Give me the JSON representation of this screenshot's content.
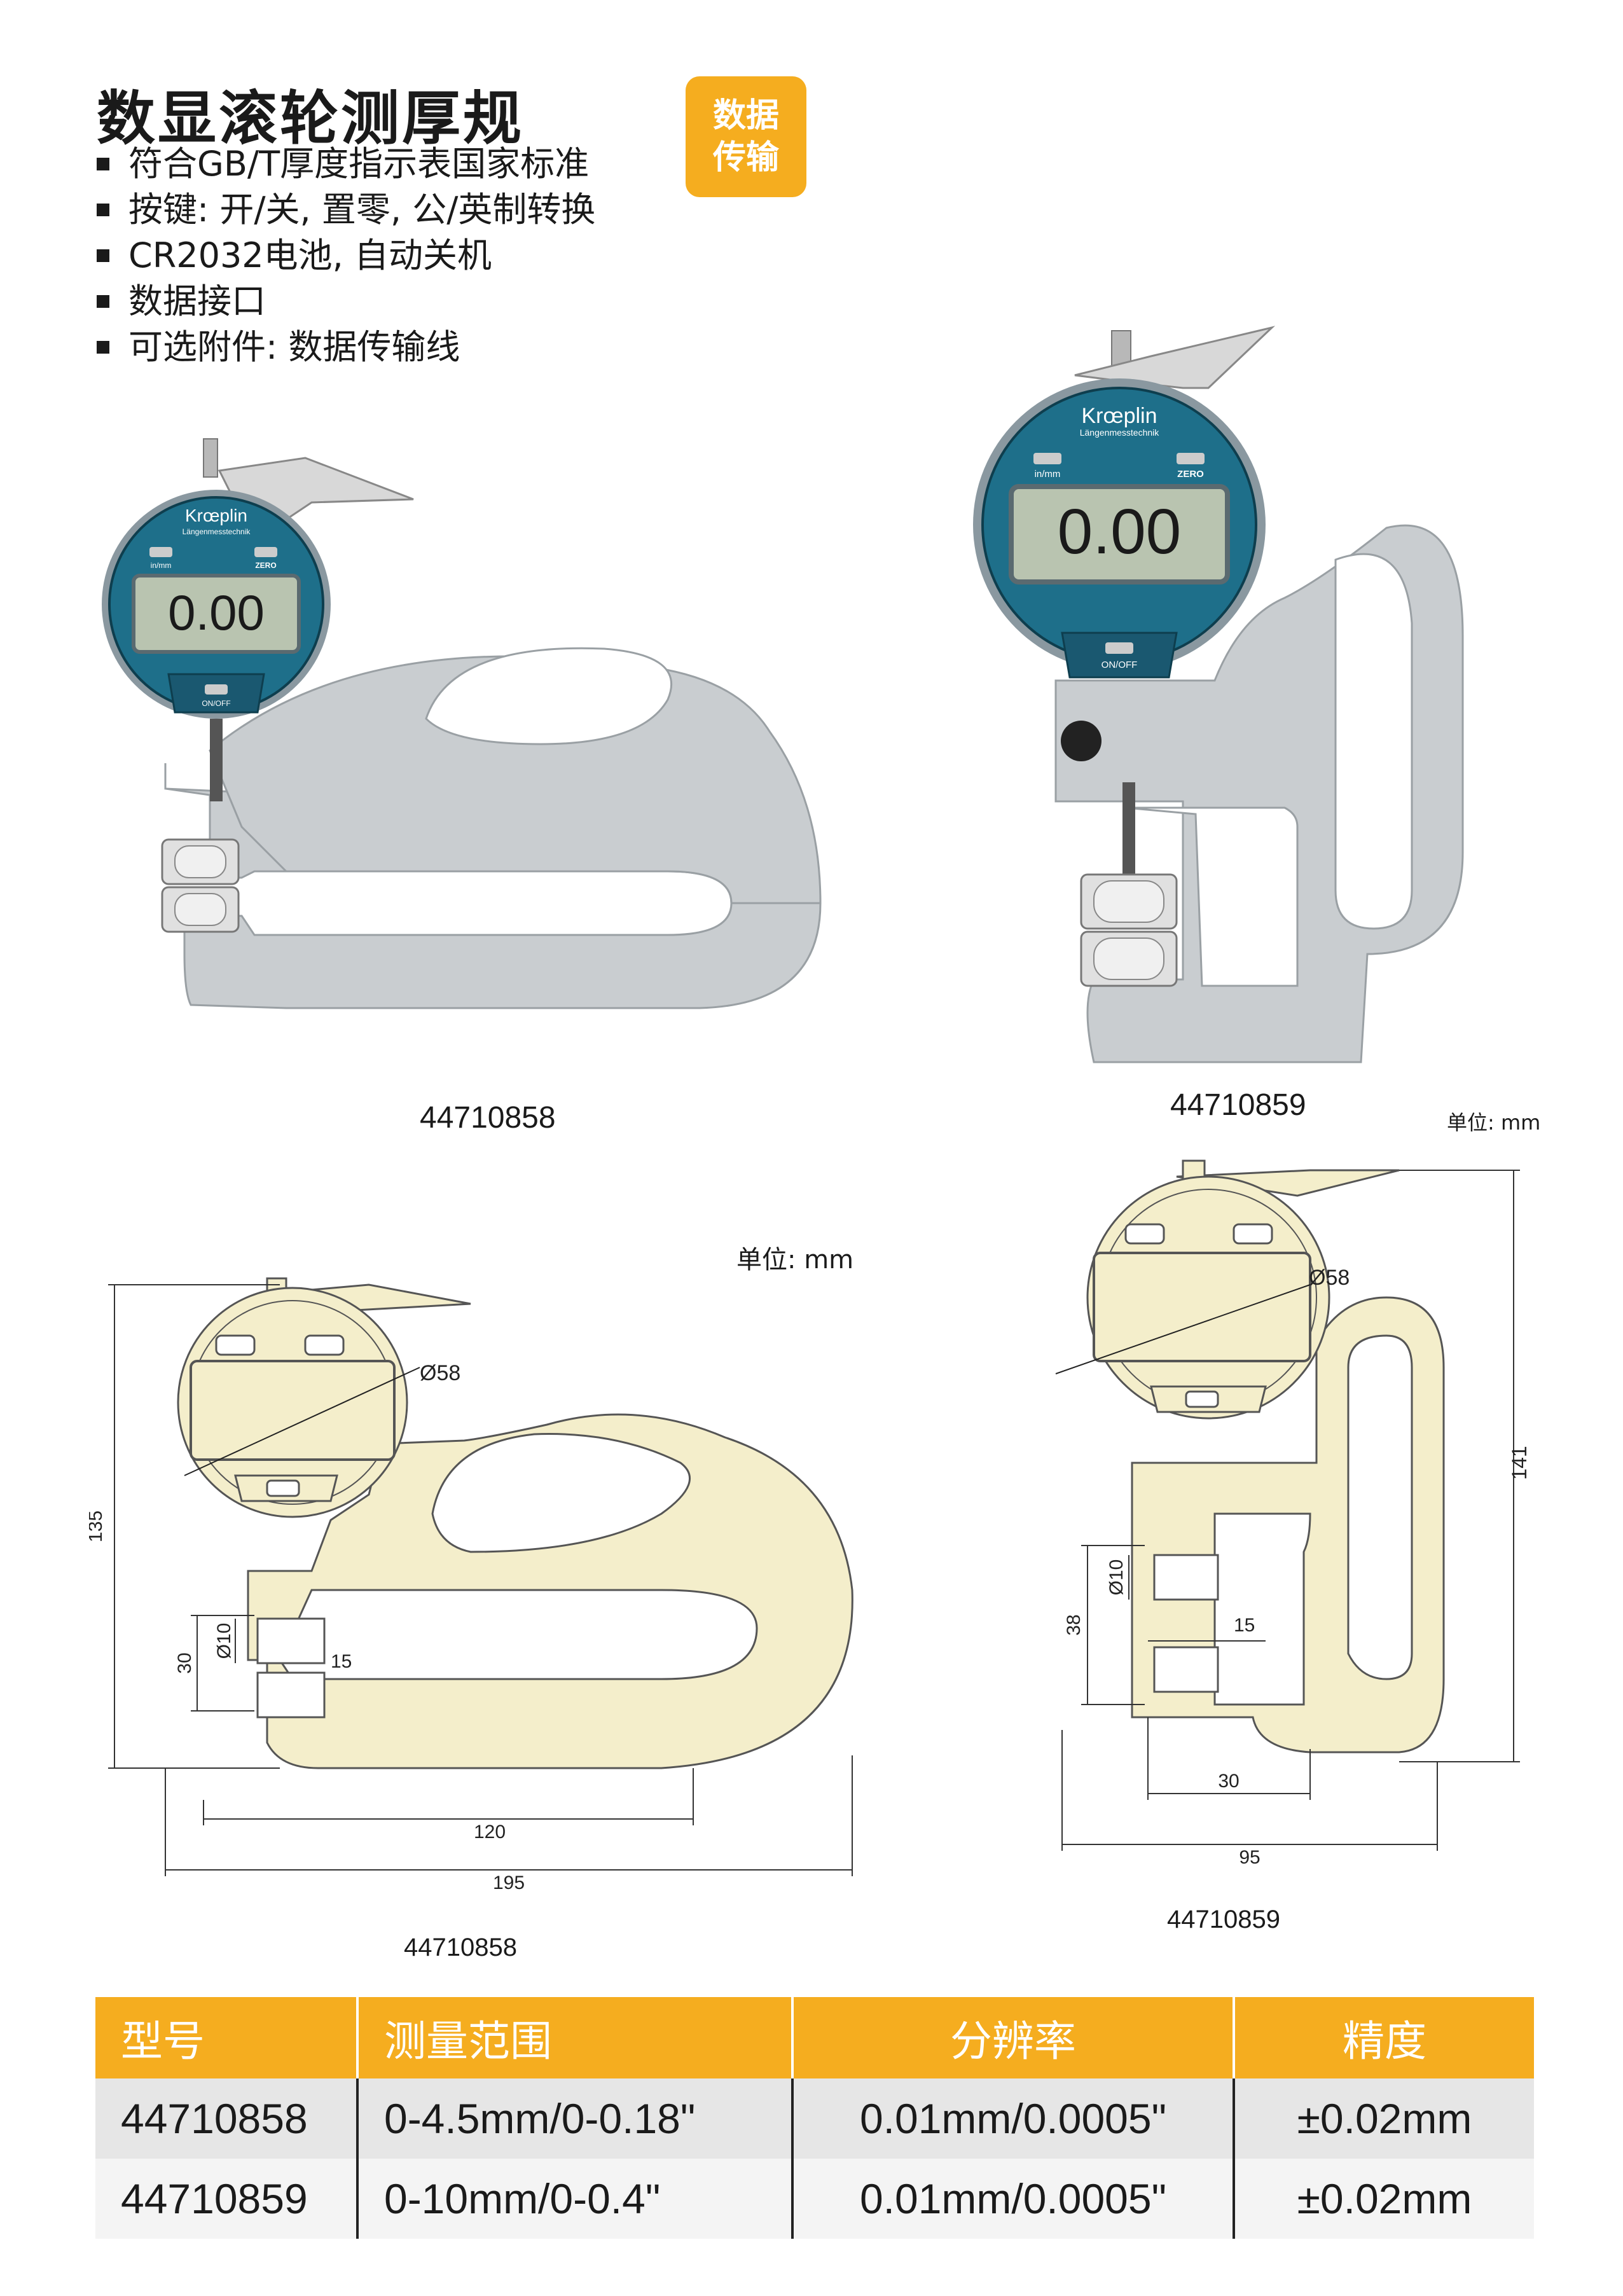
{
  "title": "数显滚轮测厚规",
  "features": [
    "符合GB/T厚度指示表国家标准",
    "按键: 开/关, 置零, 公/英制转换",
    "CR2032电池, 自动关机",
    "数据接口",
    "可选附件: 数据传输线"
  ],
  "badge": {
    "line1": "数据",
    "line2": "传输"
  },
  "photos": [
    {
      "model": "44710858",
      "brand": "Krœplin",
      "subbrand": "Längenmesstechnik",
      "reading": "0.00",
      "btn_left": "in/mm",
      "btn_right": "ZERO",
      "btn_bottom": "ON/OFF"
    },
    {
      "model": "44710859",
      "brand": "Krœplin",
      "subbrand": "Längenmesstechnik",
      "reading": "0.00",
      "btn_left": "in/mm",
      "btn_right": "ZERO",
      "btn_bottom": "ON/OFF"
    }
  ],
  "unit_label": "单位: mm",
  "drawings": [
    {
      "model": "44710858",
      "dims": {
        "dia": "Ø58",
        "height": "135",
        "depth": "30",
        "roller": "Ø10",
        "width": "15",
        "throat": "120",
        "overall": "195"
      }
    },
    {
      "model": "44710859",
      "dims": {
        "dia": "Ø58",
        "height": "141",
        "depth": "38",
        "roller": "Ø10",
        "width": "15",
        "throat": "30",
        "overall": "95"
      }
    }
  ],
  "table": {
    "headers": [
      "型号",
      "测量范围",
      "分辨率",
      "精度"
    ],
    "rows": [
      [
        "44710858",
        "0-4.5mm/0-0.18\"",
        "0.01mm/0.0005\"",
        "±0.02mm"
      ],
      [
        "44710859",
        "0-10mm/0-0.4\"",
        "0.01mm/0.0005\"",
        "±0.02mm"
      ]
    ]
  },
  "colors": {
    "accent": "#f5ad1f",
    "dial": "#1e6f8a",
    "frame": "#c9cdd0",
    "drawing_fill": "#f4eecb"
  }
}
